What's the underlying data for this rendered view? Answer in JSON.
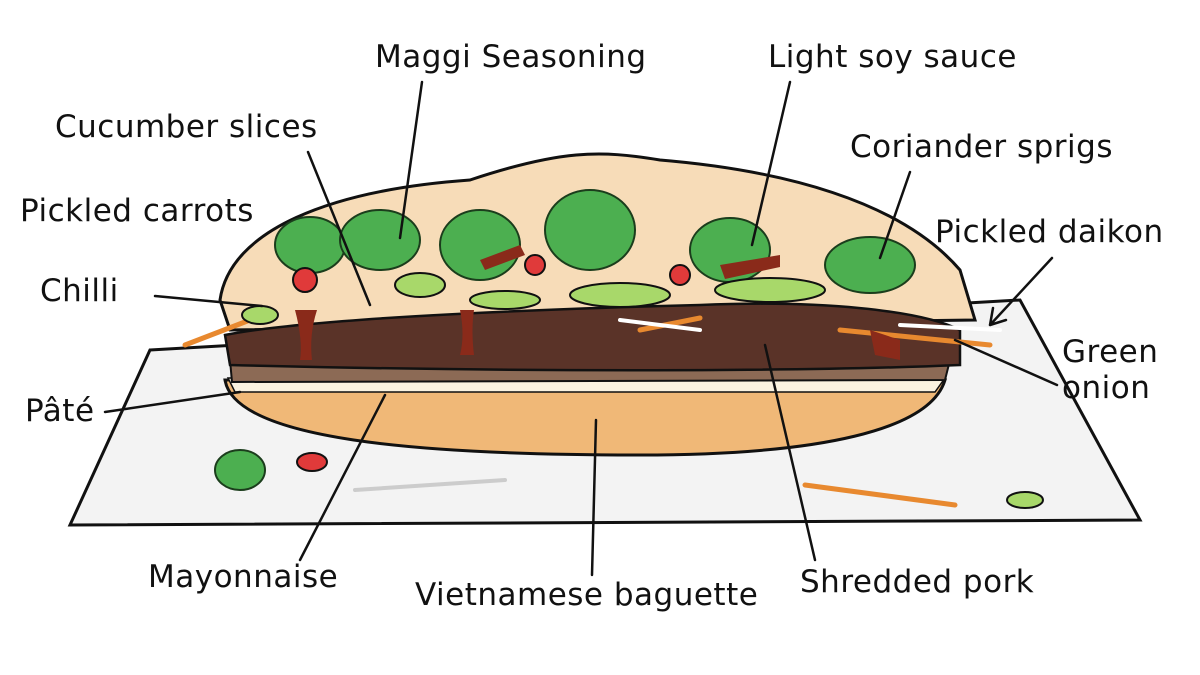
{
  "labels": {
    "maggi": "Maggi Seasoning",
    "soy": "Light soy sauce",
    "cucumber": "Cucumber slices",
    "coriander": "Coriander sprigs",
    "carrots": "Pickled carrots",
    "daikon": "Pickled daikon",
    "chilli": "Chilli",
    "green_onion_1": "Green",
    "green_onion_2": "onion",
    "pate": "Pâté",
    "mayo": "Mayonnaise",
    "baguette": "Vietnamese baguette",
    "pork": "Shredded pork"
  },
  "colors": {
    "bread": "#f0b877",
    "bread_light": "#f7dcb8",
    "pork": "#5a3328",
    "sauce": "#8a2a1a",
    "greens": "#4caf50",
    "cucumber": "#a8d86a",
    "chilli": "#e03a3a",
    "carrot": "#e8892f",
    "paper": "#f4f4f4"
  }
}
